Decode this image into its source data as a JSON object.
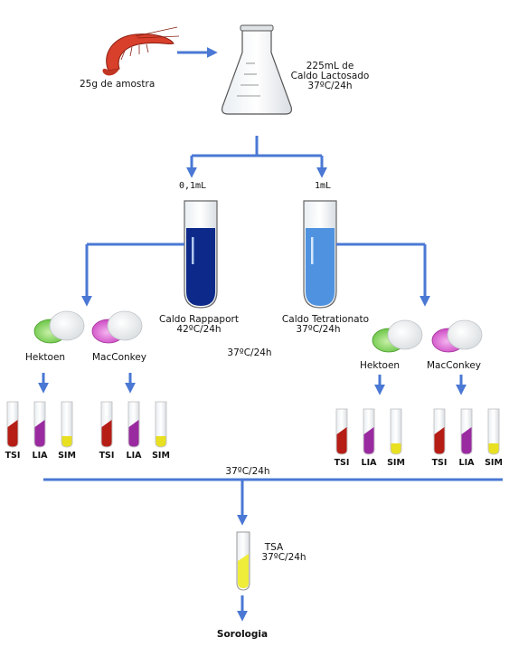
{
  "sample": {
    "label": "25g de amostra"
  },
  "flask": {
    "line1": "225mL de",
    "line2": "Caldo Lactosado",
    "line3": "37ºC/24h"
  },
  "volumes": {
    "left": "0,1mL",
    "right": "1mL"
  },
  "rappaport": {
    "line1": "Caldo Rappaport",
    "line2": "42ºC/24h"
  },
  "tetrationato": {
    "line1": "Caldo Tetrationato",
    "line2": "37ºC/24h"
  },
  "mid_incubation": "37ºC/24h",
  "plates": {
    "hektoen": "Hektoen",
    "macconkey": "MacConkey"
  },
  "tubes": {
    "tsi": "TSI",
    "lia": "LIA",
    "sim": "SIM"
  },
  "bottom_incubation": "37ºC/24h",
  "tsa": {
    "line1": "TSA",
    "line2": "37ºC/24h"
  },
  "final": "Sorologia",
  "colors": {
    "arrow": "#4a78d4",
    "rappaport": "#0d2a8a",
    "tetrationato": "#4f93e0",
    "tsi": "#b51d15",
    "lia": "#9a2aa0",
    "sim": "#e8e020",
    "hektoen": "#7cd155",
    "macconkey": "#d14fc8",
    "tsa": "#f0ec3a",
    "shrimp": "#d8402c"
  }
}
